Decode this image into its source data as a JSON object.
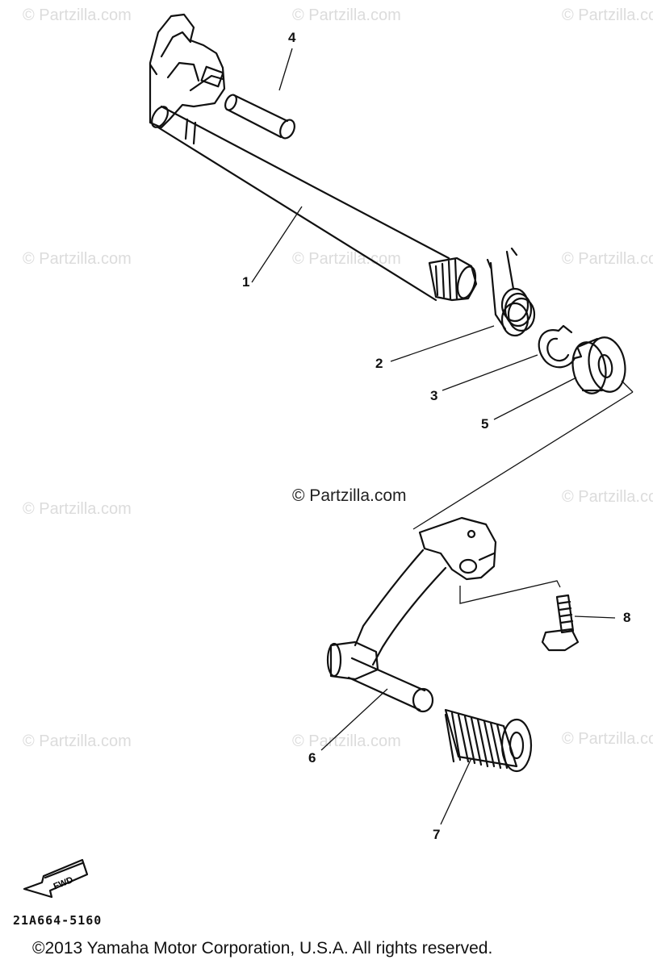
{
  "watermark": "© Partzilla.com",
  "center_watermark": "© Partzilla.com",
  "callouts": {
    "c1": "1",
    "c2": "2",
    "c3": "3",
    "c4": "4",
    "c5": "5",
    "c6": "6",
    "c7": "7",
    "c8": "8"
  },
  "fwd_label": "FWD",
  "part_code": "21A664-5160",
  "copyright": "©2013  Yamaha Motor Corporation, U.S.A. All rights reserved."
}
